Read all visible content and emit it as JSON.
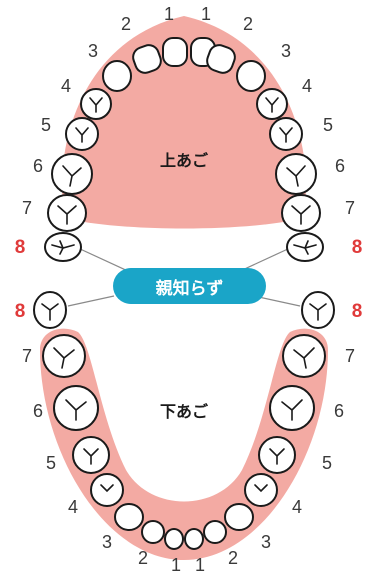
{
  "labels": {
    "upper_jaw": "上あご",
    "lower_jaw": "下あご",
    "wisdom_teeth": "親知らず"
  },
  "tooth_numbers": {
    "upper_left": [
      "1",
      "2",
      "3",
      "4",
      "5",
      "6",
      "7",
      "8"
    ],
    "upper_right": [
      "1",
      "2",
      "3",
      "4",
      "5",
      "6",
      "7",
      "8"
    ],
    "lower_left": [
      "1",
      "2",
      "3",
      "4",
      "5",
      "6",
      "7",
      "8"
    ],
    "lower_right": [
      "1",
      "2",
      "3",
      "4",
      "5",
      "6",
      "7",
      "8"
    ]
  },
  "colors": {
    "gum": "#f3aaa3",
    "pill": "#1aa5c8",
    "wisdom_number": "#e03a3a"
  }
}
